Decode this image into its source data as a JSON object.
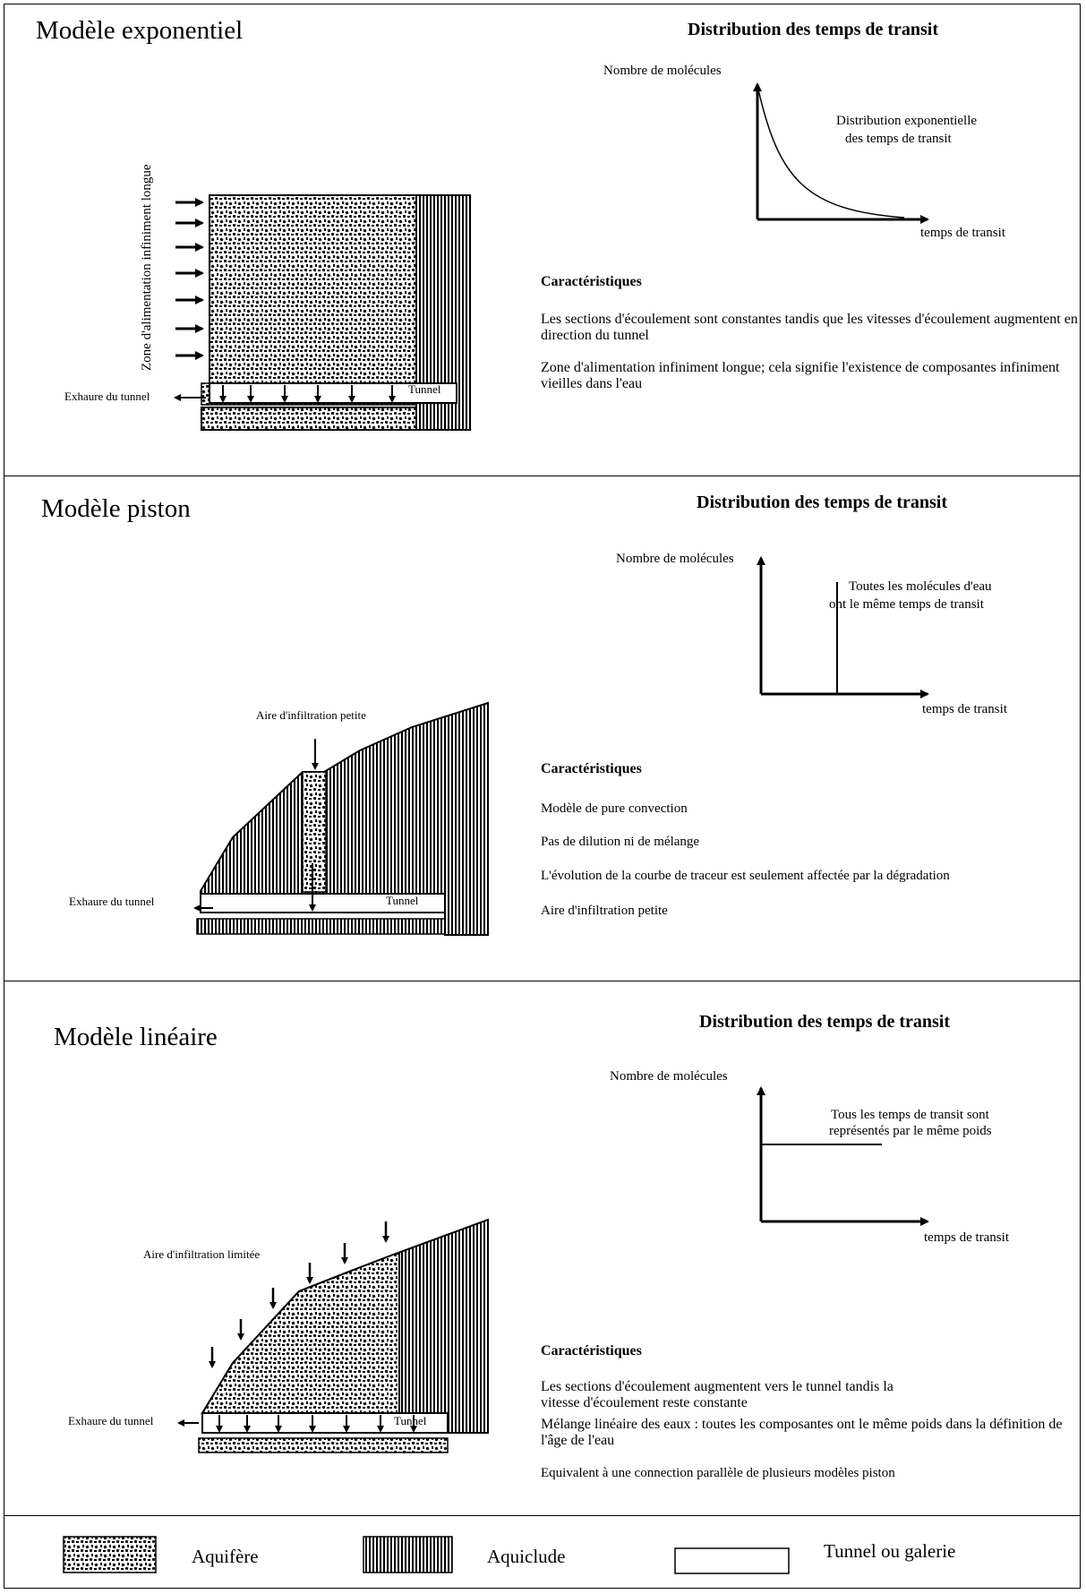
{
  "sections": [
    {
      "title": "Modèle exponentiel",
      "dist_title": "Distribution des temps de transit",
      "y_axis": "Nombre de molécules",
      "x_axis": "temps de transit",
      "curve_label_1": "Distribution exponentielle",
      "curve_label_2": "des temps de transit",
      "caracteristiques": "Caractéristiques",
      "items": [
        "Les sections d'écoulement sont constantes tandis que les vitesses d'écoulement augmentent en direction du tunnel",
        "Zone d'alimentation infiniment longue; cela signifie l'existence de composantes infiniment vieilles dans l'eau"
      ],
      "diagram": {
        "zone_label": "Zone d'alimentation infiniment longue",
        "exhaure": "Exhaure du tunnel",
        "tunnel": "Tunnel"
      }
    },
    {
      "title": "Modèle piston",
      "dist_title": "Distribution des temps de transit",
      "y_axis": "Nombre de molécules",
      "x_axis": "temps de transit",
      "curve_label_1": "Toutes les molécules d'eau",
      "curve_label_2": "ont le même temps de transit",
      "caracteristiques": "Caractéristiques",
      "items": [
        "Modèle de pure convection",
        "Pas de dilution ni de mélange",
        "L'évolution de la courbe de traceur est seulement affectée par la dégradation",
        "Aire d'infiltration petite"
      ],
      "diagram": {
        "zone_label": "Aire d'infiltration petite",
        "exhaure": "Exhaure du tunnel",
        "tunnel": "Tunnel"
      }
    },
    {
      "title": "Modèle linéaire",
      "dist_title": "Distribution des temps de transit",
      "y_axis": "Nombre de molécules",
      "x_axis": "temps de transit",
      "curve_label_1": "Tous les temps de transit sont",
      "curve_label_2": "représentés par le même poids",
      "caracteristiques": "Caractéristiques",
      "items": [
        "Les sections d'écoulement augmentent vers le tunnel tandis la vitesse d'écoulement reste constante",
        "Mélange linéaire des eaux : toutes les composantes ont le même poids dans la définition de l'âge de l'eau",
        "Equivalent à une connection parallèle de plusieurs modèles piston"
      ],
      "diagram": {
        "zone_label": "Aire d'infiltration limitée",
        "exhaure": "Exhaure du tunnel",
        "tunnel": "Tunnel"
      }
    }
  ],
  "legend": {
    "aquifere": "Aquifère",
    "aquiclude": "Aquiclude",
    "tunnel": "Tunnel ou galerie"
  }
}
